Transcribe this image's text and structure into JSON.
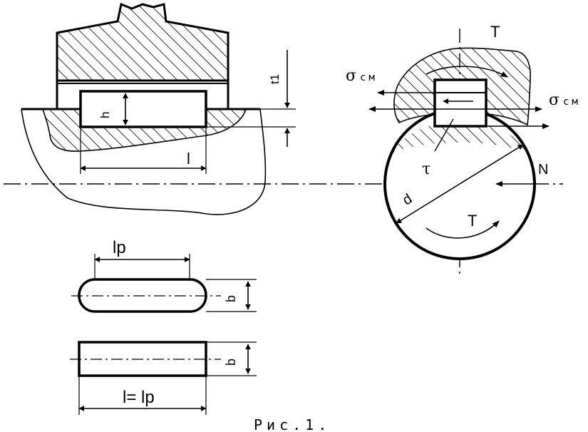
{
  "labels": {
    "t1": "t1",
    "h": "h",
    "l": "l",
    "lp": "lp",
    "b_rounded": "b",
    "b_flat": "b",
    "l_eq_lp": "l= lp",
    "T_top": "T",
    "T_bottom": "T",
    "sigma_left": "σ",
    "sigma_left_sub": "см",
    "sigma_right": "σ",
    "sigma_right_sub": "см",
    "tau": "τ",
    "N": "N",
    "d": "d",
    "caption": "Рис.1."
  }
}
